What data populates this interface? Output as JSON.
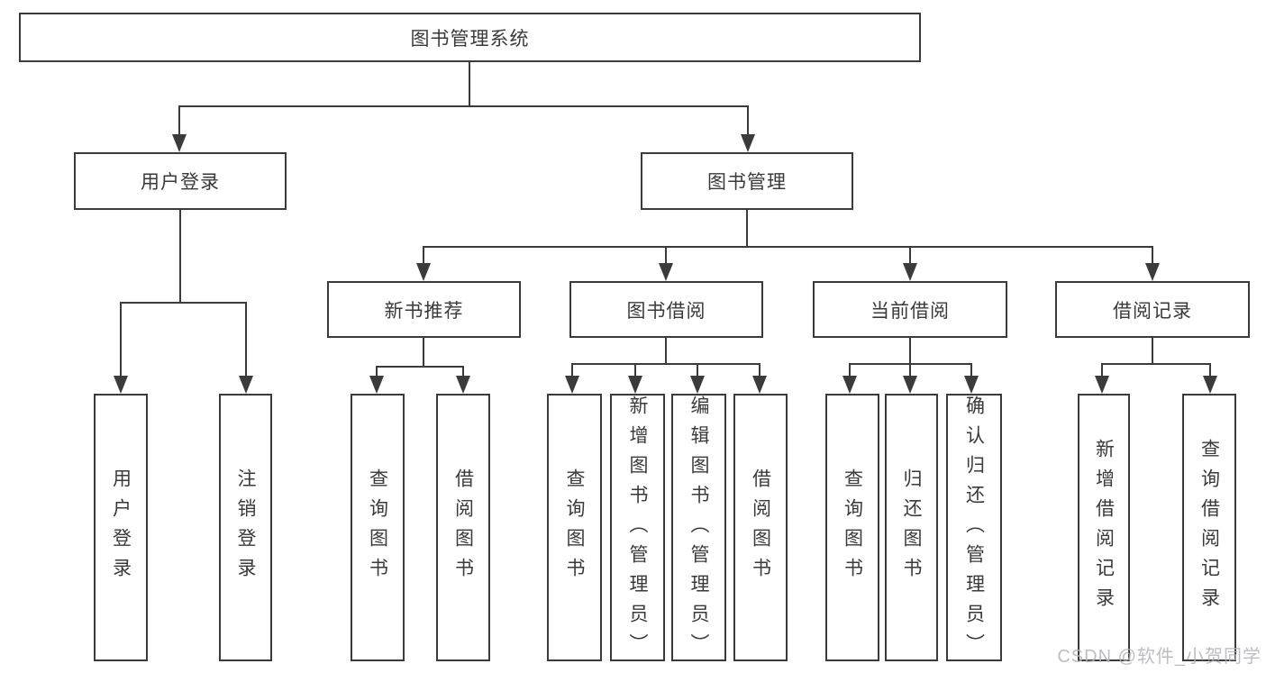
{
  "diagram_title": "图书管理系统",
  "nodes": {
    "root": "图书管理系统",
    "user_login": "用户登录",
    "book_management": "图书管理",
    "new_book_recommend": "新书推荐",
    "book_borrowing": "图书借阅",
    "current_borrowing": "当前借阅",
    "borrowing_records": "借阅记录",
    "leaf_user_login": "用户登录",
    "leaf_logout": "注销登录",
    "recommend_query_books": "查询图书",
    "recommend_borrow_books": "借阅图书",
    "borrowing_query_books": "查询图书",
    "borrowing_add_books": "新增图书（管理员）",
    "borrowing_edit_books": "编辑图书（管理员）",
    "borrowing_borrow_books": "借阅图书",
    "current_query_books": "查询图书",
    "current_return_books": "归还图书",
    "current_confirm_return": "确认归还（管理员）",
    "records_add_record": "新增借阅记录",
    "records_query_record": "查询借阅记录"
  },
  "watermark": "CSDN @软件_小贺同学",
  "colors": {
    "line": "#3b3b3b",
    "text": "#3a3a3a",
    "watermark": "#b3b3b8",
    "background": "#ffffff"
  }
}
